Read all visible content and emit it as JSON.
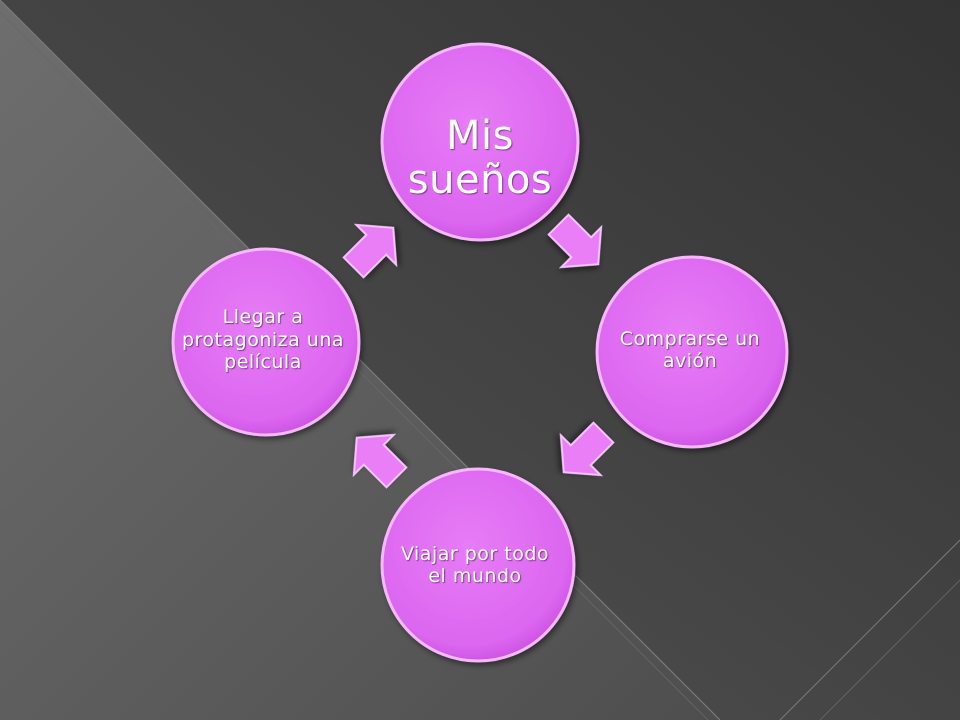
{
  "colors": {
    "background_dark": "#3a3a3a",
    "background_mid": "#595959",
    "background_light": "#6e6e6e",
    "node_fill": "#e06ef2",
    "node_fill_dark": "#c048d8",
    "node_border": "#f4b8fb",
    "arrow_fill": "#e97ef6",
    "text": "#ffffff"
  },
  "diagram": {
    "nodes": [
      {
        "id": "mis-suenos",
        "label": "Mis sueños"
      },
      {
        "id": "comprarse",
        "label": "Comprarse un avión"
      },
      {
        "id": "viajar",
        "label": "Viajar por todo el mundo"
      },
      {
        "id": "llegar",
        "label": "Llegar a protagoniza una película"
      }
    ],
    "cycle": [
      "mis-suenos",
      "comprarse",
      "viajar",
      "llegar"
    ]
  }
}
